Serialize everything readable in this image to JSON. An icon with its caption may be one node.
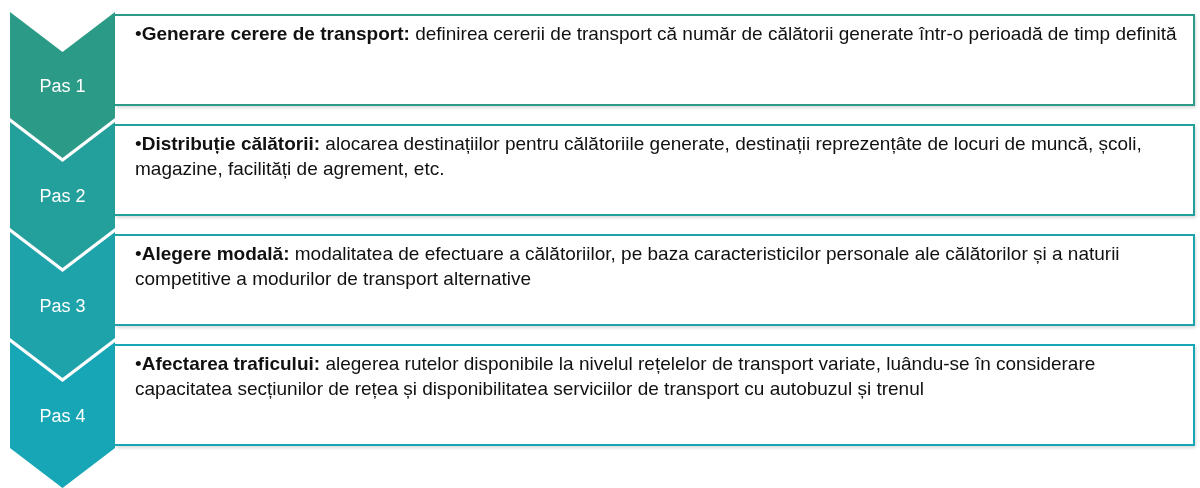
{
  "diagram": {
    "nodes": [
      {
        "text": [
          "Pas 1"
        ]
      },
      {
        "text": [
          "•**Generare cerere de transport:** definirea cererii de transport că număr de călătorii generate într-o perioadă de timp definită"
        ]
      },
      {
        "text": [
          "Pas 2"
        ]
      },
      {
        "text": [
          "•**Distribuție călătorii:** alocarea destinațiilor pentru călătoriile generate, destinații reprezențâte de locuri de muncă, școli, magazine, facilități de agrement, etc."
        ]
      },
      {
        "text": [
          "Pas 3"
        ]
      },
      {
        "text": [
          "•**Alegere modală:** modalitatea de efectuare a călătoriilor, pe baza caracteristicilor personale ale călătorilor și a naturii competitive a modurilor de transport alternative"
        ]
      },
      {
        "text": [
          "Pas 4"
        ]
      },
      {
        "text": [
          "•**Afectarea traficului:** alegerea rutelor disponibile la nivelul rețelelor de transport variate, luându-se în considerare capacitatea secțiunilor de rețea și disponibilitatea serviciilor de transport cu autobuzul și trenul"
        ]
      }
    ]
  }
}
